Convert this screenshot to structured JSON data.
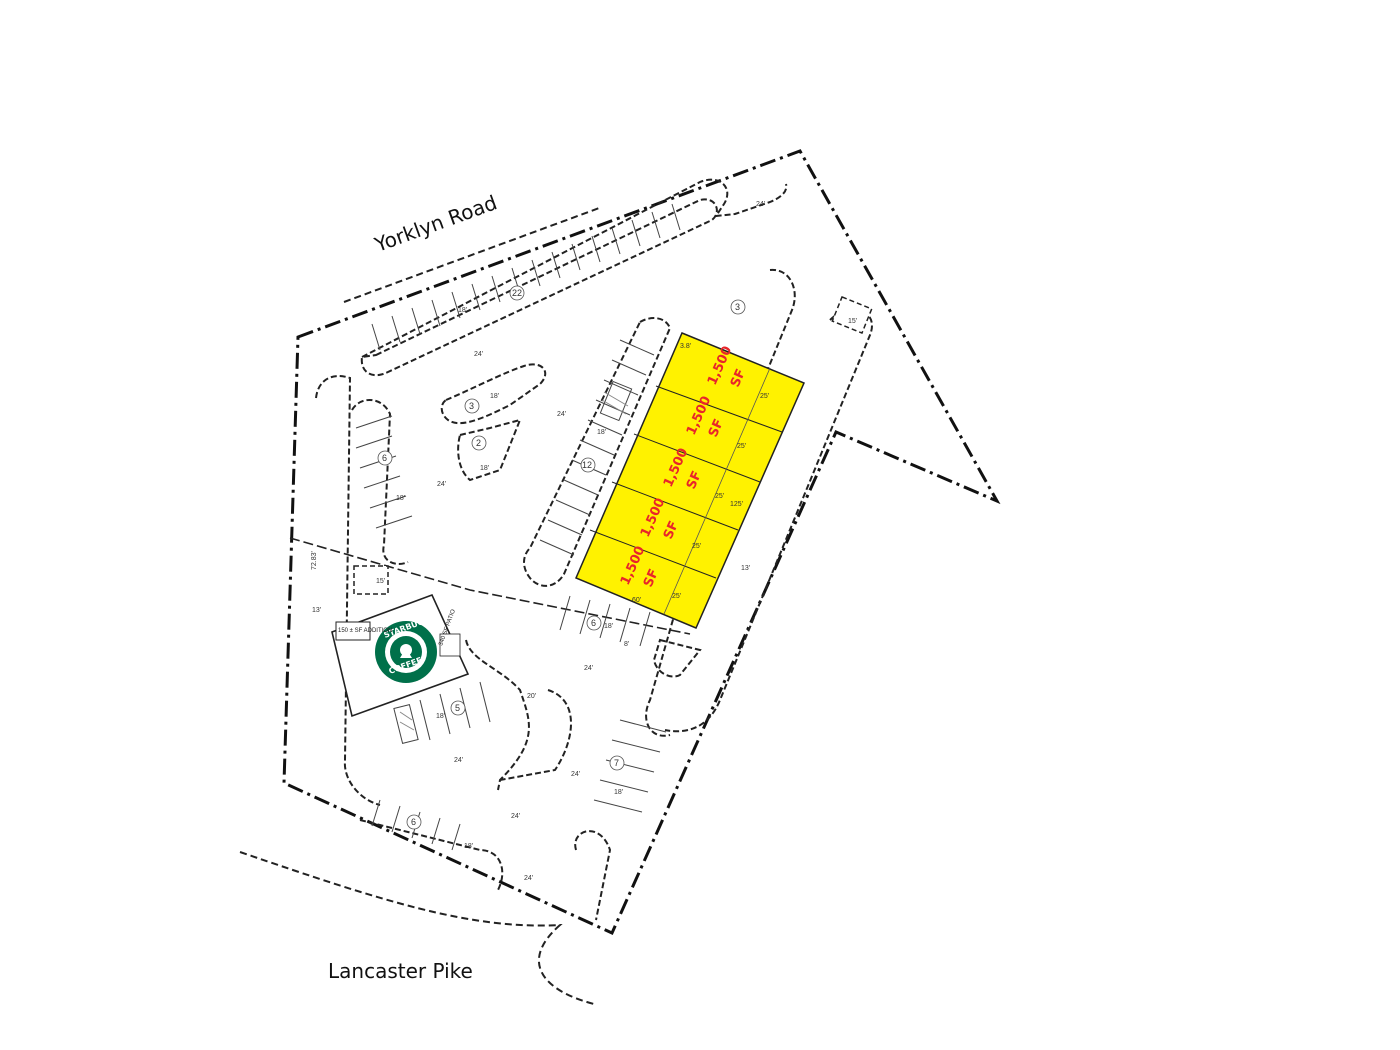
{
  "roads": {
    "north": "Yorklyn Road",
    "south": "Lancaster Pike"
  },
  "units": [
    {
      "size": "1,500",
      "unit": "SF"
    },
    {
      "size": "1,500",
      "unit": "SF"
    },
    {
      "size": "1,500",
      "unit": "SF"
    },
    {
      "size": "1,500",
      "unit": "SF"
    },
    {
      "size": "1,500",
      "unit": "SF"
    }
  ],
  "parking_counts": [
    "22",
    "3",
    "3",
    "2",
    "6",
    "12",
    "6",
    "5",
    "7",
    "6"
  ],
  "dimensions": {
    "drive_top": "24'",
    "aisle_north": "24'",
    "stall_18_a": "18'",
    "stall_18_b": "18'",
    "aisle_mid": "24'",
    "stall_18_c": "18'",
    "stall_18_d": "18'",
    "aisle_west": "24'",
    "stall_18_e": "18'",
    "setback_3_8": "3.8'",
    "unit_25_a": "25'",
    "unit_25_b": "25'",
    "unit_25_c": "25'",
    "unit_25_d": "25'",
    "unit_25_e": "25'",
    "building_len": "125'",
    "building_depth": "60'",
    "east_13": "13'",
    "drive_15": "15'",
    "pad_15": "15'",
    "west_13": "13'",
    "west_dim": "72.83'",
    "sb_aisle": "24'",
    "sb_20": "20'",
    "sb_18": "18'",
    "sb_24": "24'",
    "lower_24": "24'",
    "lower_18": "18'",
    "sw_24": "24'",
    "sw_18": "18'",
    "entry_24": "24'",
    "stall_8": "8'",
    "stall_18_f": "18'"
  },
  "starbucks": {
    "logo_top": "STARBUCKS",
    "logo_bottom": "COFFEE",
    "addition": "150 ± SF ADDITION",
    "patio": "340 SF PATIO"
  },
  "colors": {
    "units_fill": "#fff200",
    "units_text": "#e8252a",
    "logo_green": "#00704a"
  }
}
